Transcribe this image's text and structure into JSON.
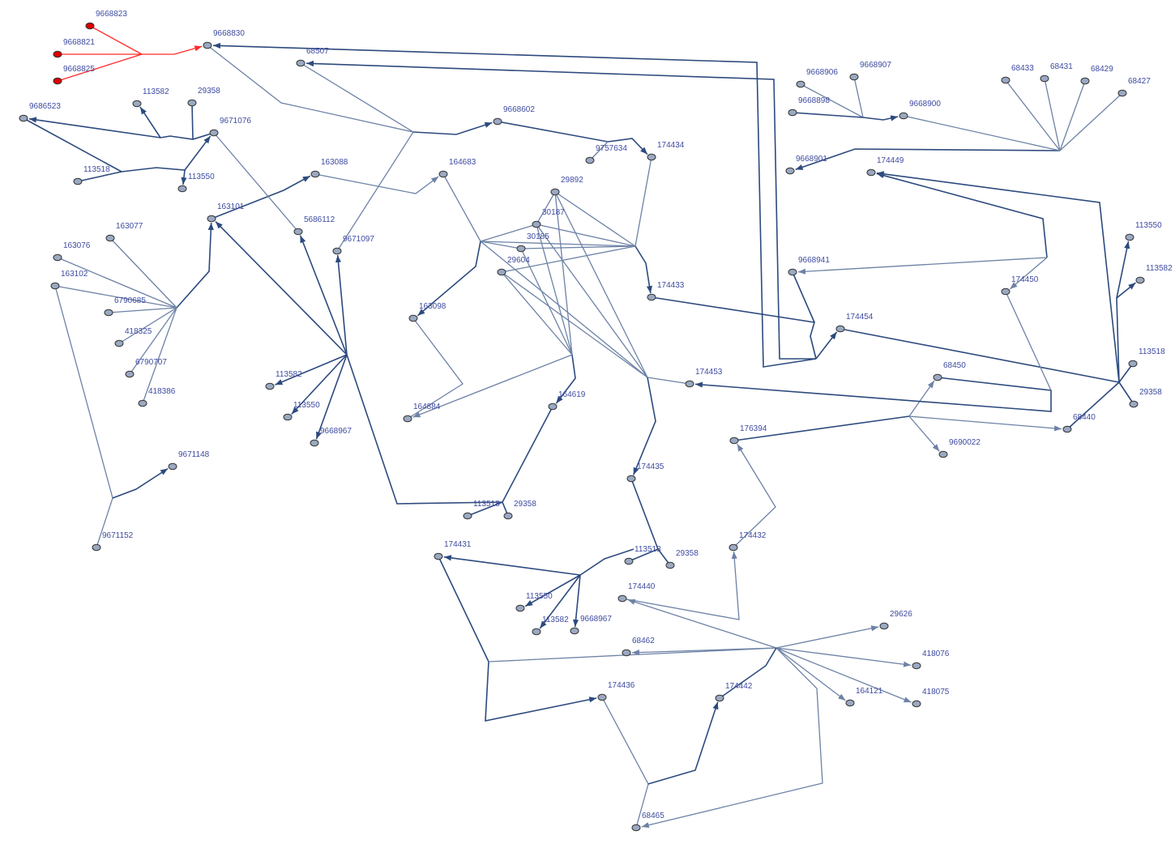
{
  "colors": {
    "edge_dark": "#2c4a7e",
    "edge_light": "#6d82a6",
    "edge_highlight": "#ff2a2a",
    "node_fill": "#9aa9c2",
    "node_highlight": "#e00000",
    "label": "#3e4ba0"
  },
  "nodes": [
    {
      "id": "n1",
      "label": "9668823",
      "highlight": true
    },
    {
      "id": "n2",
      "label": "9668821",
      "highlight": true
    },
    {
      "id": "n3",
      "label": "9668825",
      "highlight": true
    },
    {
      "id": "n4",
      "label": "9668830"
    },
    {
      "id": "n5",
      "label": "68507"
    },
    {
      "id": "n6",
      "label": "113582"
    },
    {
      "id": "n7",
      "label": "29358"
    },
    {
      "id": "n8",
      "label": "9686523"
    },
    {
      "id": "n9",
      "label": "9671076"
    },
    {
      "id": "n10",
      "label": "113518"
    },
    {
      "id": "n11",
      "label": "113550"
    },
    {
      "id": "n12",
      "label": "163088"
    },
    {
      "id": "n13",
      "label": "163101"
    },
    {
      "id": "n14",
      "label": "5686112"
    },
    {
      "id": "n15",
      "label": "9671097"
    },
    {
      "id": "n16",
      "label": "163077"
    },
    {
      "id": "n17",
      "label": "163076"
    },
    {
      "id": "n18",
      "label": "163102"
    },
    {
      "id": "n19",
      "label": "6790685"
    },
    {
      "id": "n20",
      "label": "418325"
    },
    {
      "id": "n21",
      "label": "6790707"
    },
    {
      "id": "n22",
      "label": "418386"
    },
    {
      "id": "n23",
      "label": "113582"
    },
    {
      "id": "n24",
      "label": "113550"
    },
    {
      "id": "n25",
      "label": "9668967"
    },
    {
      "id": "n26",
      "label": "9671148"
    },
    {
      "id": "n27",
      "label": "9671152"
    },
    {
      "id": "n28",
      "label": "9668602"
    },
    {
      "id": "n29",
      "label": "9757634"
    },
    {
      "id": "n30",
      "label": "174434"
    },
    {
      "id": "n31",
      "label": "164683"
    },
    {
      "id": "n32",
      "label": "29892"
    },
    {
      "id": "n33",
      "label": "30187"
    },
    {
      "id": "n34",
      "label": "30185"
    },
    {
      "id": "n35",
      "label": "29604"
    },
    {
      "id": "n36",
      "label": "163098"
    },
    {
      "id": "n37",
      "label": "174433"
    },
    {
      "id": "n38",
      "label": "164884"
    },
    {
      "id": "n39",
      "label": "164619"
    },
    {
      "id": "n40",
      "label": "174453"
    },
    {
      "id": "n41",
      "label": "174435"
    },
    {
      "id": "n42",
      "label": "113518"
    },
    {
      "id": "n43",
      "label": "29358"
    },
    {
      "id": "n44",
      "label": "174431"
    },
    {
      "id": "n45",
      "label": "113518"
    },
    {
      "id": "n46",
      "label": "29358"
    },
    {
      "id": "n47",
      "label": "113550"
    },
    {
      "id": "n48",
      "label": "113582"
    },
    {
      "id": "n49",
      "label": "9668967"
    },
    {
      "id": "n50",
      "label": "174440"
    },
    {
      "id": "n51",
      "label": "68462"
    },
    {
      "id": "n52",
      "label": "174436"
    },
    {
      "id": "n53",
      "label": "174442"
    },
    {
      "id": "n54",
      "label": "68465"
    },
    {
      "id": "n55",
      "label": "29626"
    },
    {
      "id": "n56",
      "label": "418076"
    },
    {
      "id": "n57",
      "label": "164121"
    },
    {
      "id": "n58",
      "label": "418075"
    },
    {
      "id": "n59",
      "label": "174432"
    },
    {
      "id": "n60",
      "label": "176394"
    },
    {
      "id": "n61",
      "label": "68450"
    },
    {
      "id": "n62",
      "label": "9690022"
    },
    {
      "id": "n63",
      "label": "68440"
    },
    {
      "id": "n64",
      "label": "29358"
    },
    {
      "id": "n65",
      "label": "113518"
    },
    {
      "id": "n66",
      "label": "113582"
    },
    {
      "id": "n67",
      "label": "113550"
    },
    {
      "id": "n68",
      "label": "174450"
    },
    {
      "id": "n69",
      "label": "174454"
    },
    {
      "id": "n70",
      "label": "9668941"
    },
    {
      "id": "n71",
      "label": "174449"
    },
    {
      "id": "n72",
      "label": "9668901"
    },
    {
      "id": "n73",
      "label": "9668906"
    },
    {
      "id": "n74",
      "label": "9668907"
    },
    {
      "id": "n75",
      "label": "9668898"
    },
    {
      "id": "n76",
      "label": "9668900"
    },
    {
      "id": "n77",
      "label": "68433"
    },
    {
      "id": "n78",
      "label": "68431"
    },
    {
      "id": "n79",
      "label": "68429"
    },
    {
      "id": "n80",
      "label": "68427"
    }
  ]
}
